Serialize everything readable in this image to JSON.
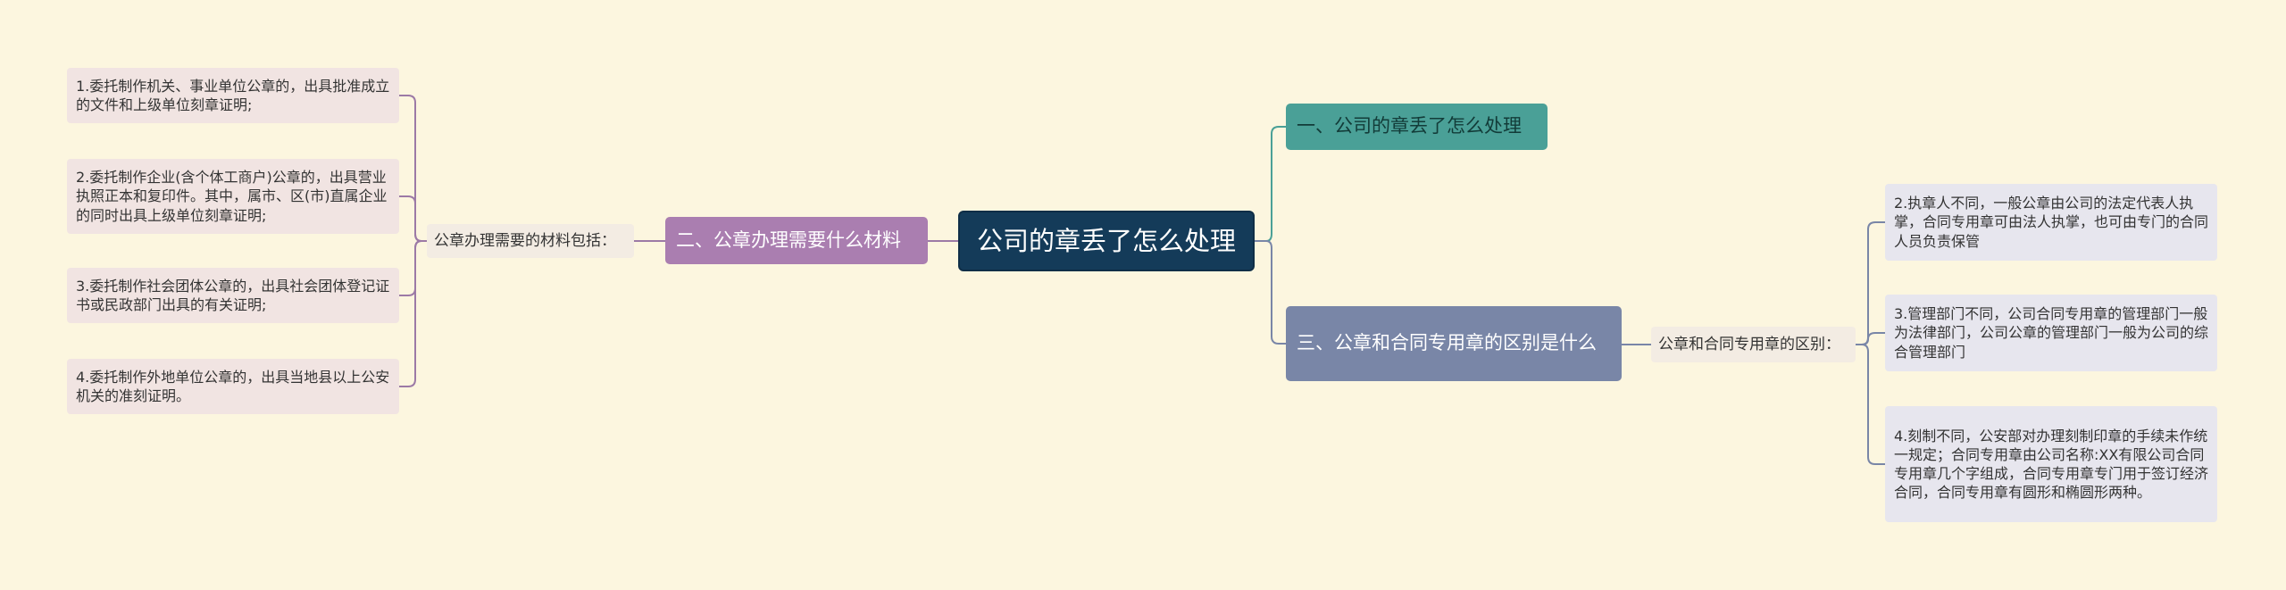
{
  "root": {
    "title": "公司的章丢了怎么处理"
  },
  "branches": [
    {
      "label": "一、公司的章丢了怎么处理"
    },
    {
      "label": "二、公章办理需要什么材料",
      "sub": "公章办理需要的材料包括：",
      "items": [
        "1.委托制作机关、事业单位公章的，出具批准成立的文件和上级单位刻章证明;",
        "2.委托制作企业(含个体工商户)公章的，出具营业执照正本和复印件。其中，属市、区(市)直属企业的同时出具上级单位刻章证明;",
        "3.委托制作社会团体公章的，出具社会团体登记证书或民政部门出具的有关证明;",
        "4.委托制作外地单位公章的，出具当地县以上公安机关的准刻证明。"
      ]
    },
    {
      "label": "三、公章和合同专用章的区别是什么",
      "sub": "公章和合同专用章的区别：",
      "items": [
        "2.执章人不同，一般公章由公司的法定代表人执掌，合同专用章可由法人执掌，也可由专门的合同人员负责保管",
        "3.管理部门不同，公司合同专用章的管理部门一般为法律部门，公司公章的管理部门一般为公司的综合管理部门",
        "4.刻制不同，公安部对办理刻制印章的手续未作统一规定；合同专用章由公司名称:XX有限公司合同专用章几个字组成，合同专用章专门用于签订经济合同，合同专用章有圆形和椭圆形两种。"
      ]
    }
  ],
  "colors": {
    "background": "#fcf6df",
    "root": "#143b59",
    "branch1": "#4aa097",
    "branch2": "#aa7eb0",
    "branch3": "#7986a7",
    "link1": "#4aa097",
    "link2": "#9c7aa6",
    "link3": "#7986a7"
  }
}
